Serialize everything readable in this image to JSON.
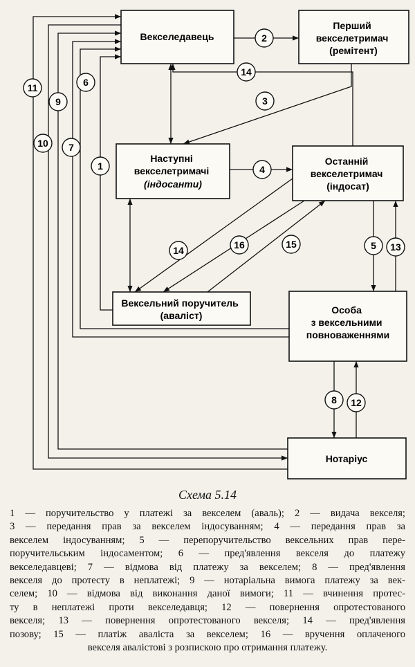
{
  "boxes": {
    "drawer": [
      "Векселедавець"
    ],
    "first_holder": [
      "Перший",
      "векселетримач",
      "(ремітент)"
    ],
    "next_holders": [
      "Наступні",
      "векселетримачі",
      "(індосанти)"
    ],
    "last_holder": [
      "Останній",
      "векселетримач",
      "(індосат)"
    ],
    "guarantor": [
      "Вексельний поручитель",
      "(аваліст)"
    ],
    "authorized_person": [
      "Особа",
      "з вексельними",
      "повноваженнями"
    ],
    "notary": [
      "Нотаріус"
    ]
  },
  "flows": [
    "1",
    "2",
    "3",
    "4",
    "5",
    "6",
    "7",
    "8",
    "9",
    "10",
    "11",
    "12",
    "13",
    "14",
    "14",
    "15",
    "16"
  ],
  "caption": "Схема 5.14",
  "legend_lines": [
    "1 — поручительство у платежі за векселем (аваль); 2 — видача векселя;",
    "3 — передання прав за векселем індосуванням; 4 — передання прав за",
    "векселем індосуванням; 5 — перепоручительство вексельних прав пере-",
    "поручительським індосаментом; 6 — пред'явлення векселя до платежу",
    "векселедавцеві; 7 — відмова від платежу за векселем; 8 — пред'явлення",
    "векселя до протесту в неплатежі; 9 — нотаріальна вимога платежу за век-",
    "селем; 10 — відмова від виконання даної вимоги; 11 — вчинення протес-",
    "ту в неплатежі проти векселедавця; 12 — повернення опротестованого",
    "векселя; 13 — повернення опротестованого векселя; 14 — пред'явлення",
    "позову; 15 — платіж аваліста за векселем; 16 — вручення оплаченого",
    "векселя авалістові з розпискою про отримання платежу."
  ]
}
